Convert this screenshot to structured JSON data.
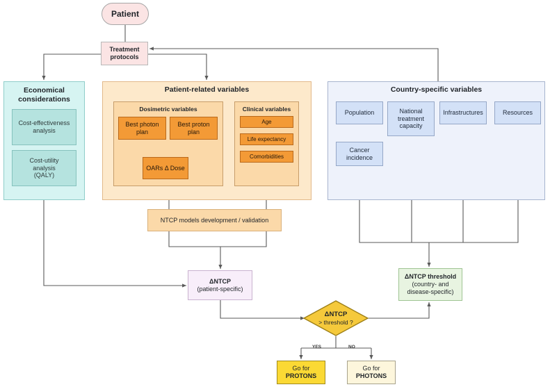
{
  "nodes": {
    "patient": "Patient",
    "treatment_line1": "Treatment",
    "treatment_line2": "protocols",
    "ntcp_models": "NTCP models development / validation",
    "delta_ntcp_title": "ΔNTCP",
    "delta_ntcp_sub": "(patient-specific)",
    "threshold_title": "ΔNTCP threshold",
    "threshold_sub1": "(country- and",
    "threshold_sub2": "disease-specific)",
    "decision_title": "ΔNTCP",
    "decision_sub": "> threshold ?",
    "yes_label": "YES",
    "no_label": "NO",
    "go_for": "Go for",
    "protons": "PROTONS",
    "photons": "PHOTONS"
  },
  "economical": {
    "title_line1": "Economical",
    "title_line2": "considerations",
    "cea_line1": "Cost-effectiveness",
    "cea_line2": "analysis",
    "cua_line1": "Cost-utility",
    "cua_line2": "analysis",
    "cua_line3": "(QALY)"
  },
  "patient_related": {
    "title": "Patient-related variables",
    "dosimetric": {
      "title": "Dosimetric variables",
      "photon_line1": "Best photon",
      "photon_line2": "plan",
      "proton_line1": "Best proton",
      "proton_line2": "plan",
      "oars": "OARs Δ Dose"
    },
    "clinical": {
      "title": "Clinical variables",
      "items": [
        "Age",
        "Life expectancy",
        "Comorbidities"
      ]
    }
  },
  "country_specific": {
    "title": "Country-specific variables",
    "population": "Population",
    "capacity_line1": "National",
    "capacity_line2": "treatment",
    "capacity_line3": "capacity",
    "infrastructures": "Infrastructures",
    "resources": "Resources",
    "incidence_line1": "Cancer",
    "incidence_line2": "incidence"
  },
  "colors": {
    "line": "#5a5a5a",
    "orange": "#f39a36",
    "decision": "#f5c93b",
    "protons": "#fbd934"
  }
}
